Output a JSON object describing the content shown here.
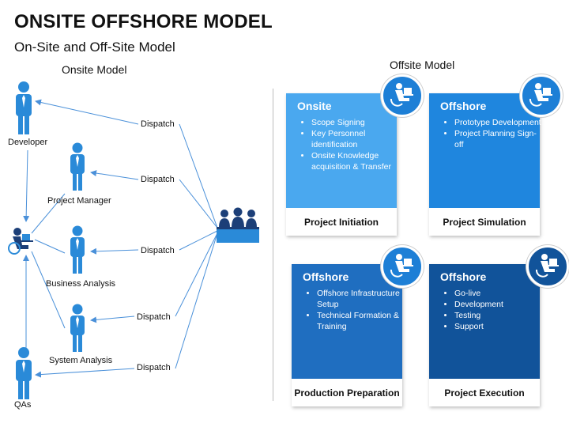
{
  "header": {
    "title": "ONSITE OFFSHORE MODEL",
    "subtitle": "On-Site and Off-Site Model"
  },
  "onsite_model": {
    "label": "Onsite Model",
    "people": {
      "developer": "Developer",
      "project_manager": "Project Manager",
      "business_analysis": "Business Analysis",
      "system_analysis": "System Analysis",
      "qas": "QAs"
    },
    "dispatch_labels": [
      "Dispatch",
      "Dispatch",
      "Dispatch",
      "Dispatch",
      "Dispatch"
    ]
  },
  "offsite_model": {
    "label": "Offsite Model",
    "cards": [
      {
        "heading": "Onsite",
        "items": [
          "Scope Signing",
          "Key Personnel identification",
          "Onsite Knowledge acquisition & Transfer"
        ],
        "footer": "Project Initiation",
        "color": "#4aa8ef"
      },
      {
        "heading": "Offshore",
        "items": [
          "Prototype Development",
          "Project Planning Sign-off"
        ],
        "footer": "Project Simulation",
        "color": "#1f86de"
      },
      {
        "heading": "Offshore",
        "items": [
          "Offshore Infrastructure Setup",
          "Technical Formation & Training"
        ],
        "footer": "Production Preparation",
        "color": "#1f6ec0"
      },
      {
        "heading": "Offshore",
        "items": [
          "Go-live",
          "Development",
          "Testing",
          "Support"
        ],
        "footer": "Project Execution",
        "color": "#11539a"
      }
    ]
  },
  "colors": {
    "person": "#2a8ad8",
    "line": "#4a90d9",
    "dark_figure": "#1c3f78",
    "badge": "#1d7fd6"
  }
}
